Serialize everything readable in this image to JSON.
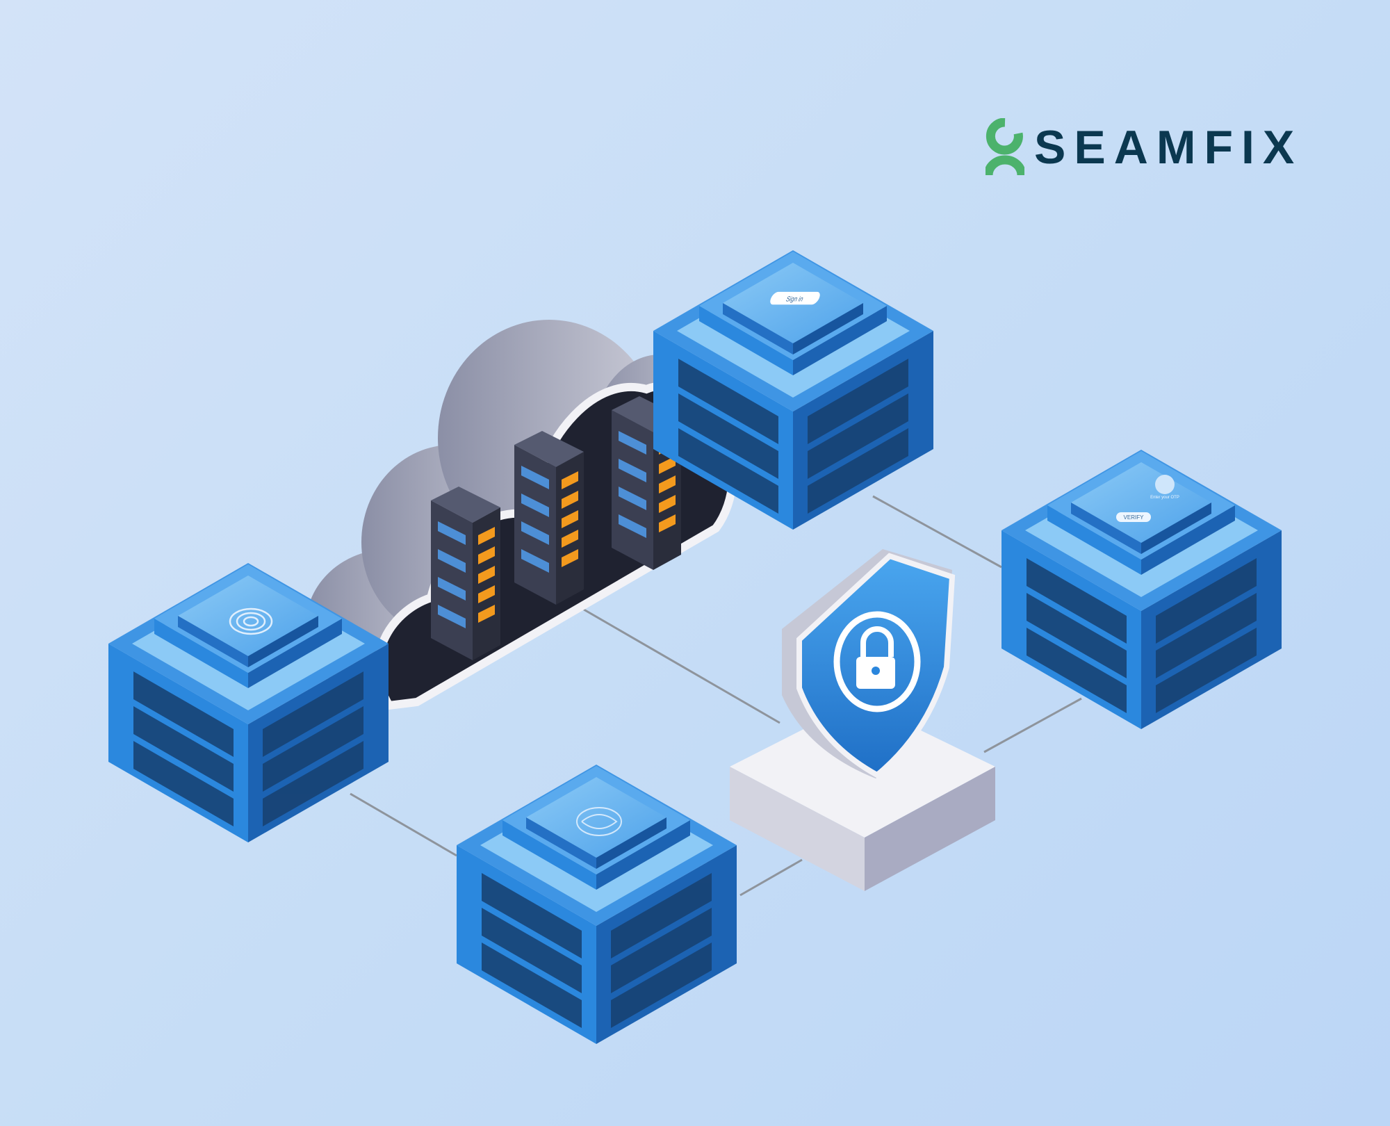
{
  "brand": {
    "name": "SEAMFIX",
    "logo_color": "#4cb26c",
    "text_color": "#0b3850"
  },
  "screens": {
    "login": {
      "button": "Sign in"
    },
    "otp": {
      "title": "Enter your OTP",
      "button": "VERIFY"
    },
    "fingerprint": {
      "icon": "fingerprint-icon"
    },
    "face": {
      "icon": "face-scan-icon"
    }
  },
  "colors": {
    "background": "#c6ddf6",
    "server_blue": "#2a86dd",
    "server_dark": "#1a5da8",
    "server_light": "#7fc0f3",
    "cloud_gray": "#9c9fb5",
    "rack_orange": "#f39a1e"
  },
  "shield": {
    "icon": "padlock-icon"
  }
}
